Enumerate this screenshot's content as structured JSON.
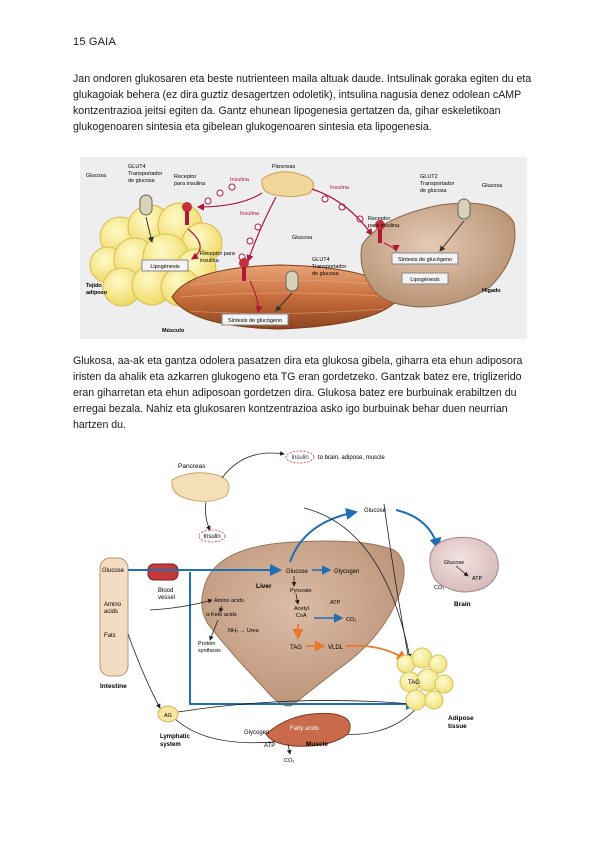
{
  "heading": "15 GAIA",
  "paragraph1": "Jan ondoren glukosaren eta beste nutrienteen maila altuak daude. Intsulinak goraka egiten du eta glukagoiak behera (ez dira guztiz desagertzen odoletik), intsulina nagusia denez odolean cAMP kontzentrazioa jeitsi egiten da. Gantz ehunean lipogenesia gertatzen da, gihar eskeletikoan glukogenoaren sintesia eta gibelean glukogenoaren sintesia eta lipogenesia.",
  "paragraph2": "Glukosa, aa-ak eta gantza odolera pasatzen dira eta glukosa gibela, giharra eta ehun adiposora iristen da ahalik eta azkarren glukogeno eta TG eran gordetzeko. Gantzak batez ere, triglizerido eran giharretan eta ehun adiposoan gordetzen dira. Glukosa batez ere burbuinak erabiltzen du erregai bezala. Nahiz eta glukosaren kontzentrazioa asko igo burbuinak behar duen neurrian hartzen du.",
  "figure1": {
    "glucosa_left": "Glucosa",
    "glut4_left_1": "GLUT4",
    "glut4_left_2": "Transportador",
    "glut4_left_3": "de glucosa",
    "receptor_left_1": "Receptor",
    "receptor_left_2": "para insulina",
    "insulina_1": "Insulina",
    "pancreas": "Páncreas",
    "insulina_2": "Insulina",
    "insulina_3": "Insulina",
    "glut2_1": "GLUT2",
    "glut2_2": "Transportador",
    "glut2_3": "de glucosa",
    "glucosa_right": "Glucosa",
    "receptor_right_1": "Receptor",
    "receptor_right_2": "para insulina",
    "lipogenesis_left": "Lipogénesis",
    "tejido_1": "Tejido",
    "tejido_2": "adiposo",
    "receptor_mid_1": "Receptor para",
    "receptor_mid_2": "insulina",
    "glucosa_mid": "Glucosa",
    "glut4_mid_1": "GLUT4",
    "glut4_mid_2": "Transportador",
    "glut4_mid_3": "de glucosa",
    "musculo": "Músculo",
    "sintesis_musculo": "Síntesis de glucógeno",
    "sintesis_higado": "Síntesis de glucógeno",
    "lipogenesis_right": "Lipogénesis",
    "higado": "Hígado"
  },
  "figure2": {
    "pancreas": "Pancreas",
    "insulin_top": "Insulin",
    "insulin_target": "to brain, adipose, muscle",
    "insulin_bottom": "Insulin",
    "glucose_top": "Glucose",
    "glucose_intestine": "Glucose",
    "amino_acids_1": "Amino",
    "amino_acids_2": "acids",
    "fats": "Fats",
    "intestine": "Intestine",
    "blood_vessel_1": "Blood",
    "blood_vessel_2": "vessel",
    "liver": "Liver",
    "liver_glucose": "Glucose",
    "glycogen": "Glycogen",
    "pyruvate": "Pyruvate",
    "acetyl_coa_1": "Acetyl",
    "acetyl_coa_2": "CoA",
    "atp_liver": "ATP",
    "co2_liver": "CO₂",
    "amino_acids_liver": "Amino acids",
    "keto_acids": "α-Keto acids",
    "nh3_urea": "NH₃ → Urea",
    "protein_1": "Protein",
    "protein_2": "synthesis",
    "tag_liver": "TAG",
    "vldl": "VLDL",
    "brain_glucose": "Glucose",
    "brain_atp": "ATP",
    "brain_co2": "CO₂",
    "brain": "Brain",
    "tag_adipose": "TAG",
    "adipose_1": "Adipose",
    "adipose_2": "tissue",
    "ag": "AG",
    "lymphatic_1": "Lymphatic",
    "lymphatic_2": "system",
    "muscle_glycogen": "Glycogen",
    "fatty_acids": "Fatty acids",
    "muscle_atp": "ATP",
    "muscle": "Muscle",
    "muscle_co2": "CO₂"
  }
}
